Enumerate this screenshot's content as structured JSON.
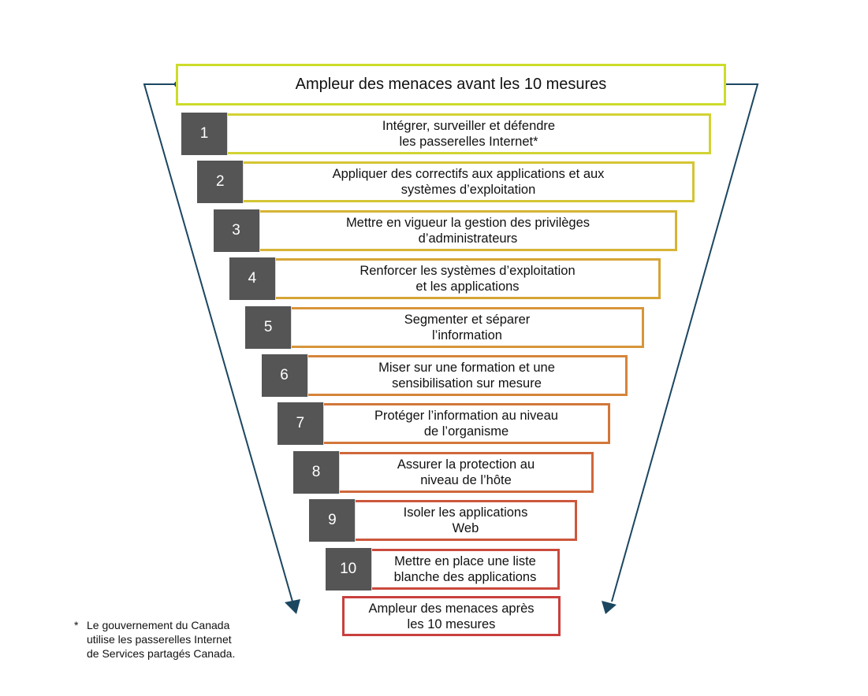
{
  "diagram": {
    "type": "funnel",
    "top_label": "Ampleur des menaces avant les 10 mesures",
    "bottom_label": "Ampleur des menaces après\nles 10 mesures",
    "steps": [
      {
        "number": "1",
        "label": "Intégrer, surveiller et défendre\nles passerelles Internet*",
        "color": "#d2d333"
      },
      {
        "number": "2",
        "label": "Appliquer des correctifs aux applications et aux\nsystèmes d’exploitation",
        "color": "#d4c534"
      },
      {
        "number": "3",
        "label": "Mettre en vigueur la gestion des privilèges\nd’administrateurs",
        "color": "#d6b434"
      },
      {
        "number": "4",
        "label": "Renforcer les systèmes d’exploitation\net les applications",
        "color": "#d6a535"
      },
      {
        "number": "5",
        "label": "Segmenter et séparer\nl’information",
        "color": "#d7953a"
      },
      {
        "number": "6",
        "label": "Miser sur une formation et une\nsensibilisation sur mesure",
        "color": "#d5853a"
      },
      {
        "number": "7",
        "label": "Protéger l’information au niveau\nde l’organisme",
        "color": "#d3773a"
      },
      {
        "number": "8",
        "label": "Assurer la protection au\nniveau de l’hôte",
        "color": "#cf673a"
      },
      {
        "number": "9",
        "label": "Isoler les applications\nWeb",
        "color": "#cd573c"
      },
      {
        "number": "10",
        "label": "Mettre en place une liste\nblanche des applications",
        "color": "#ca4a3d"
      }
    ],
    "top_color": "#cddc2a",
    "bottom_color": "#c9403e",
    "arrow_color": "#1b4660",
    "number_bg": "#555555"
  },
  "footnote": {
    "marker": "*",
    "text": "Le gouvernement du Canada\nutilise les passerelles Internet\nde Services partagés Canada."
  }
}
